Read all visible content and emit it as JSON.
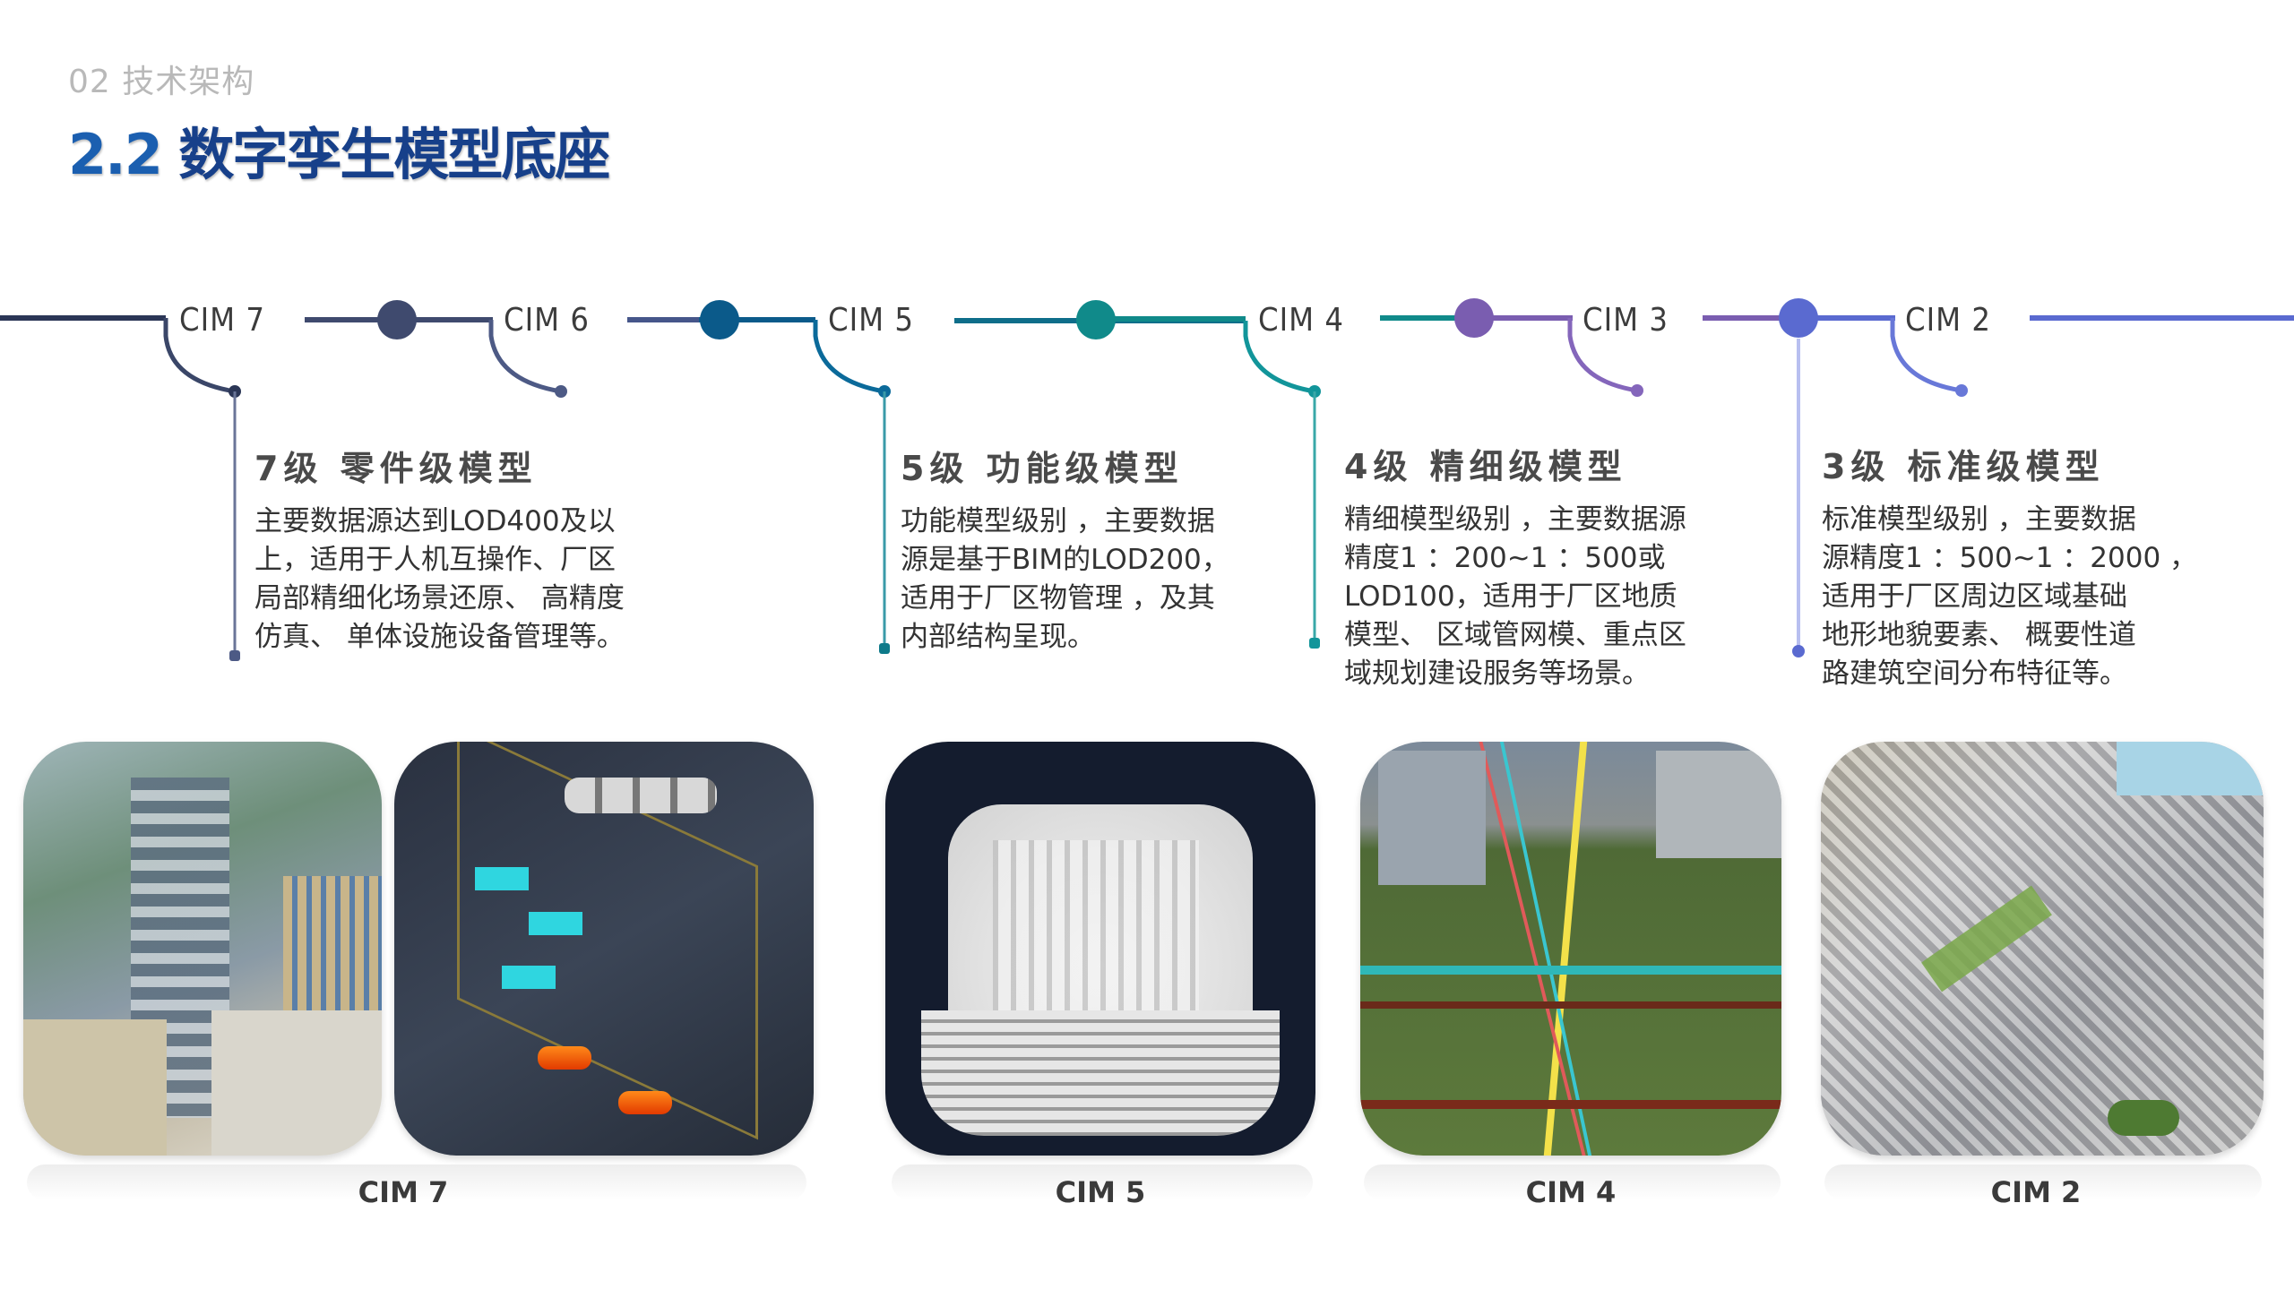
{
  "header": {
    "section": "02 技术架构",
    "title_num": "2.2",
    "title_text": " 数字孪生模型底座"
  },
  "timeline": {
    "labels": [
      "CIM  7",
      "CIM  6",
      "CIM  5",
      "CIM  4",
      "CIM  3",
      "CIM  2"
    ],
    "colors": {
      "cim7": "#2b3656",
      "cim6": "#3f4a6e",
      "cim5": "#0b5a8a",
      "cim4": "#108a8a",
      "cim3": "#7a5db0",
      "cim2": "#5a6ad0"
    }
  },
  "levels": [
    {
      "title": "7级  零件级模型",
      "desc": "主要数据源达到LOD400及以\n上，适用于人机互操作、厂区\n局部精细化场景还原、 高精度\n仿真、 单体设施设备管理等。"
    },
    {
      "title": "5级  功能级模型",
      "desc": "功能模型级别 ，主要数据\n源是基于BIM的LOD200，\n适用于厂区物管理 ，及其\n内部结构呈现。"
    },
    {
      "title": "4级  精细级模型",
      "desc": "精细模型级别 ，主要数据源\n精度1 ：200~1 ：500或\nLOD100，适用于厂区地质\n模型、 区域管网模、重点区\n域规划建设服务等场景。"
    },
    {
      "title": "3级  标准级模型",
      "desc": "标准模型级别 ，主要数据\n源精度1 ：500~1 ：2000 ，\n适用于厂区周边区域基础\n地形地貌要素、 概要性道\n路建筑空间分布特征等。"
    }
  ],
  "gallery": {
    "captions": [
      "CIM  7",
      "CIM 5",
      "CIM 4",
      "CIM 2"
    ],
    "images": [
      "cim7-building-photo",
      "cim7-equipment-model",
      "cim5-building-model",
      "cim4-pipe-network",
      "cim2-city-model"
    ]
  }
}
